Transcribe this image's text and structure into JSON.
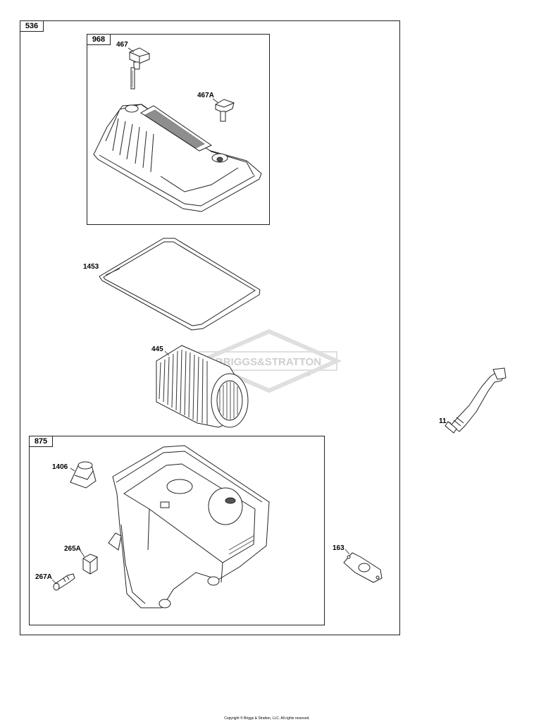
{
  "assemblies": {
    "outer_id": "536",
    "cover_id": "968",
    "base_id": "875"
  },
  "callouts": {
    "p467": "467",
    "p467a": "467A",
    "p1453": "1453",
    "p445": "445",
    "p11": "11",
    "p1406": "1406",
    "p265a": "265A",
    "p267a": "267A",
    "p163": "163"
  },
  "watermark": {
    "text": "BRIGGS&STRATTON",
    "sub": "®"
  },
  "footer": {
    "copyright": "Copyright © Briggs & Stratton, LLC. All rights reserved."
  }
}
